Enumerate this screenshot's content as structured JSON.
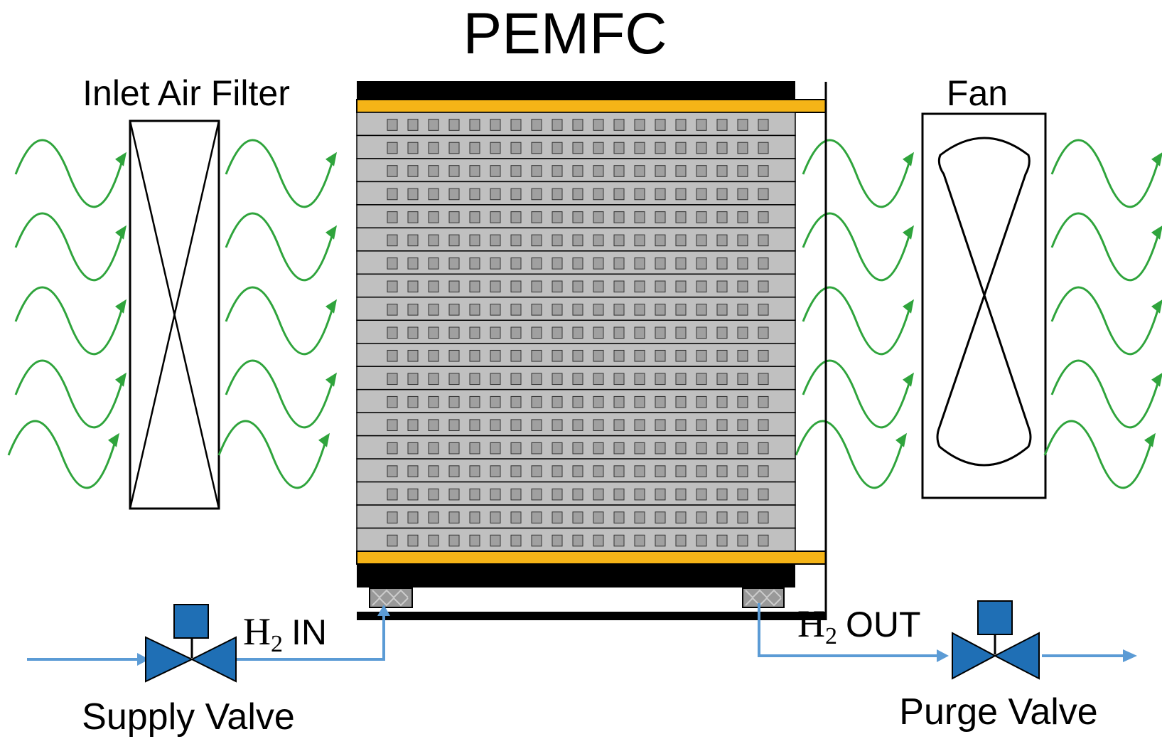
{
  "diagram": {
    "title": "PEMFC",
    "labels": {
      "filter": "Inlet Air Filter",
      "fan": "Fan",
      "supply_valve": "Supply Valve",
      "purge_valve": "Purge Valve",
      "h2_in_symbol": "H",
      "h2_in_sub": "2",
      "h2_in_text": "IN",
      "h2_out_symbol": "H",
      "h2_out_sub": "2",
      "h2_out_text": "OUT"
    },
    "stack": {
      "cell_count": 19,
      "channels_per_cell": 19
    },
    "airflow_waves": {
      "columns": 4,
      "rows": 5
    },
    "colors": {
      "airflow": "#2fa43c",
      "hydrogen_line": "#5b9bd5",
      "valve": "#1f6fb5",
      "current_collector": "#f5b417",
      "end_plate": "#000000",
      "cell": "#c0c0c0",
      "channel": "#a0a0a0"
    }
  }
}
